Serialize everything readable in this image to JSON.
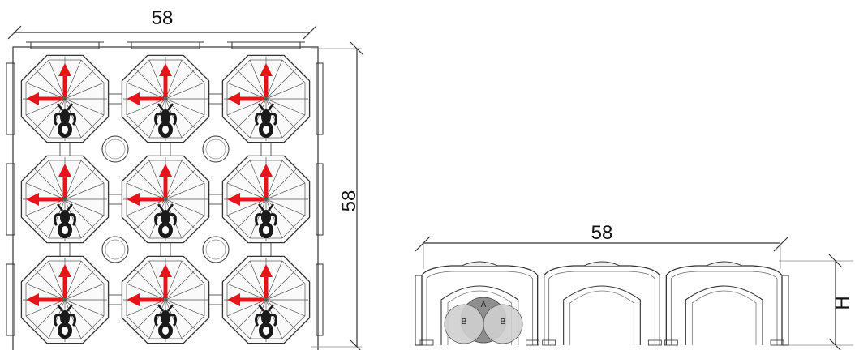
{
  "top_view": {
    "width_label": "58",
    "height_label": "58",
    "rows": 3,
    "cols": 3,
    "cell_icon": "spider-clip-icon",
    "arrow_icons": [
      "arrow-up-icon",
      "arrow-left-icon"
    ]
  },
  "side_view": {
    "width_label": "58",
    "height_label": "H",
    "arch_count": 3,
    "circle_labels": {
      "a": "A",
      "b_left": "B",
      "b_right": "B"
    }
  },
  "colors": {
    "line": "#333333",
    "arrow": "#e8141b",
    "spider": "#1a1a1a",
    "circle_a": "#7a7a7a",
    "circle_b": "#cfcfcf"
  }
}
